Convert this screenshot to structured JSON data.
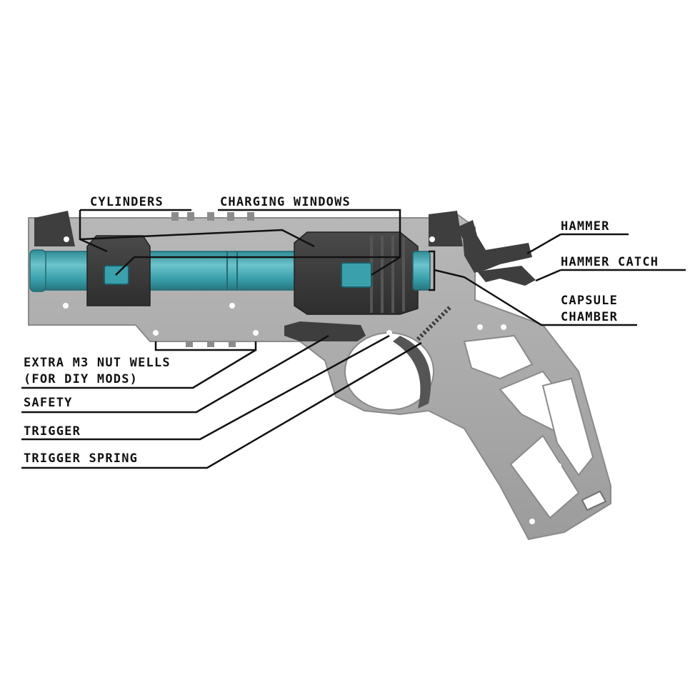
{
  "diagram": {
    "labels": {
      "cylinders": "CYLINDERS",
      "charging_windows": "CHARGING WINDOWS",
      "hammer": "HAMMER",
      "hammer_catch": "HAMMER CATCH",
      "capsule_chamber_line1": "CAPSULE",
      "capsule_chamber_line2": "CHAMBER",
      "nut_wells_line1": "EXTRA M3 NUT WELLS",
      "nut_wells_line2": "(FOR DIY MODS)",
      "safety": "SAFETY",
      "trigger": "TRIGGER",
      "trigger_spring": "TRIGGER SPRING"
    },
    "colors": {
      "frame": "#a9a9a9",
      "frame_dark": "#6f6f6f",
      "part_dark": "#3e3e3e",
      "barrel": "#3aa1ac",
      "barrel_light": "#6cc3cb",
      "leader": "#111111"
    }
  }
}
